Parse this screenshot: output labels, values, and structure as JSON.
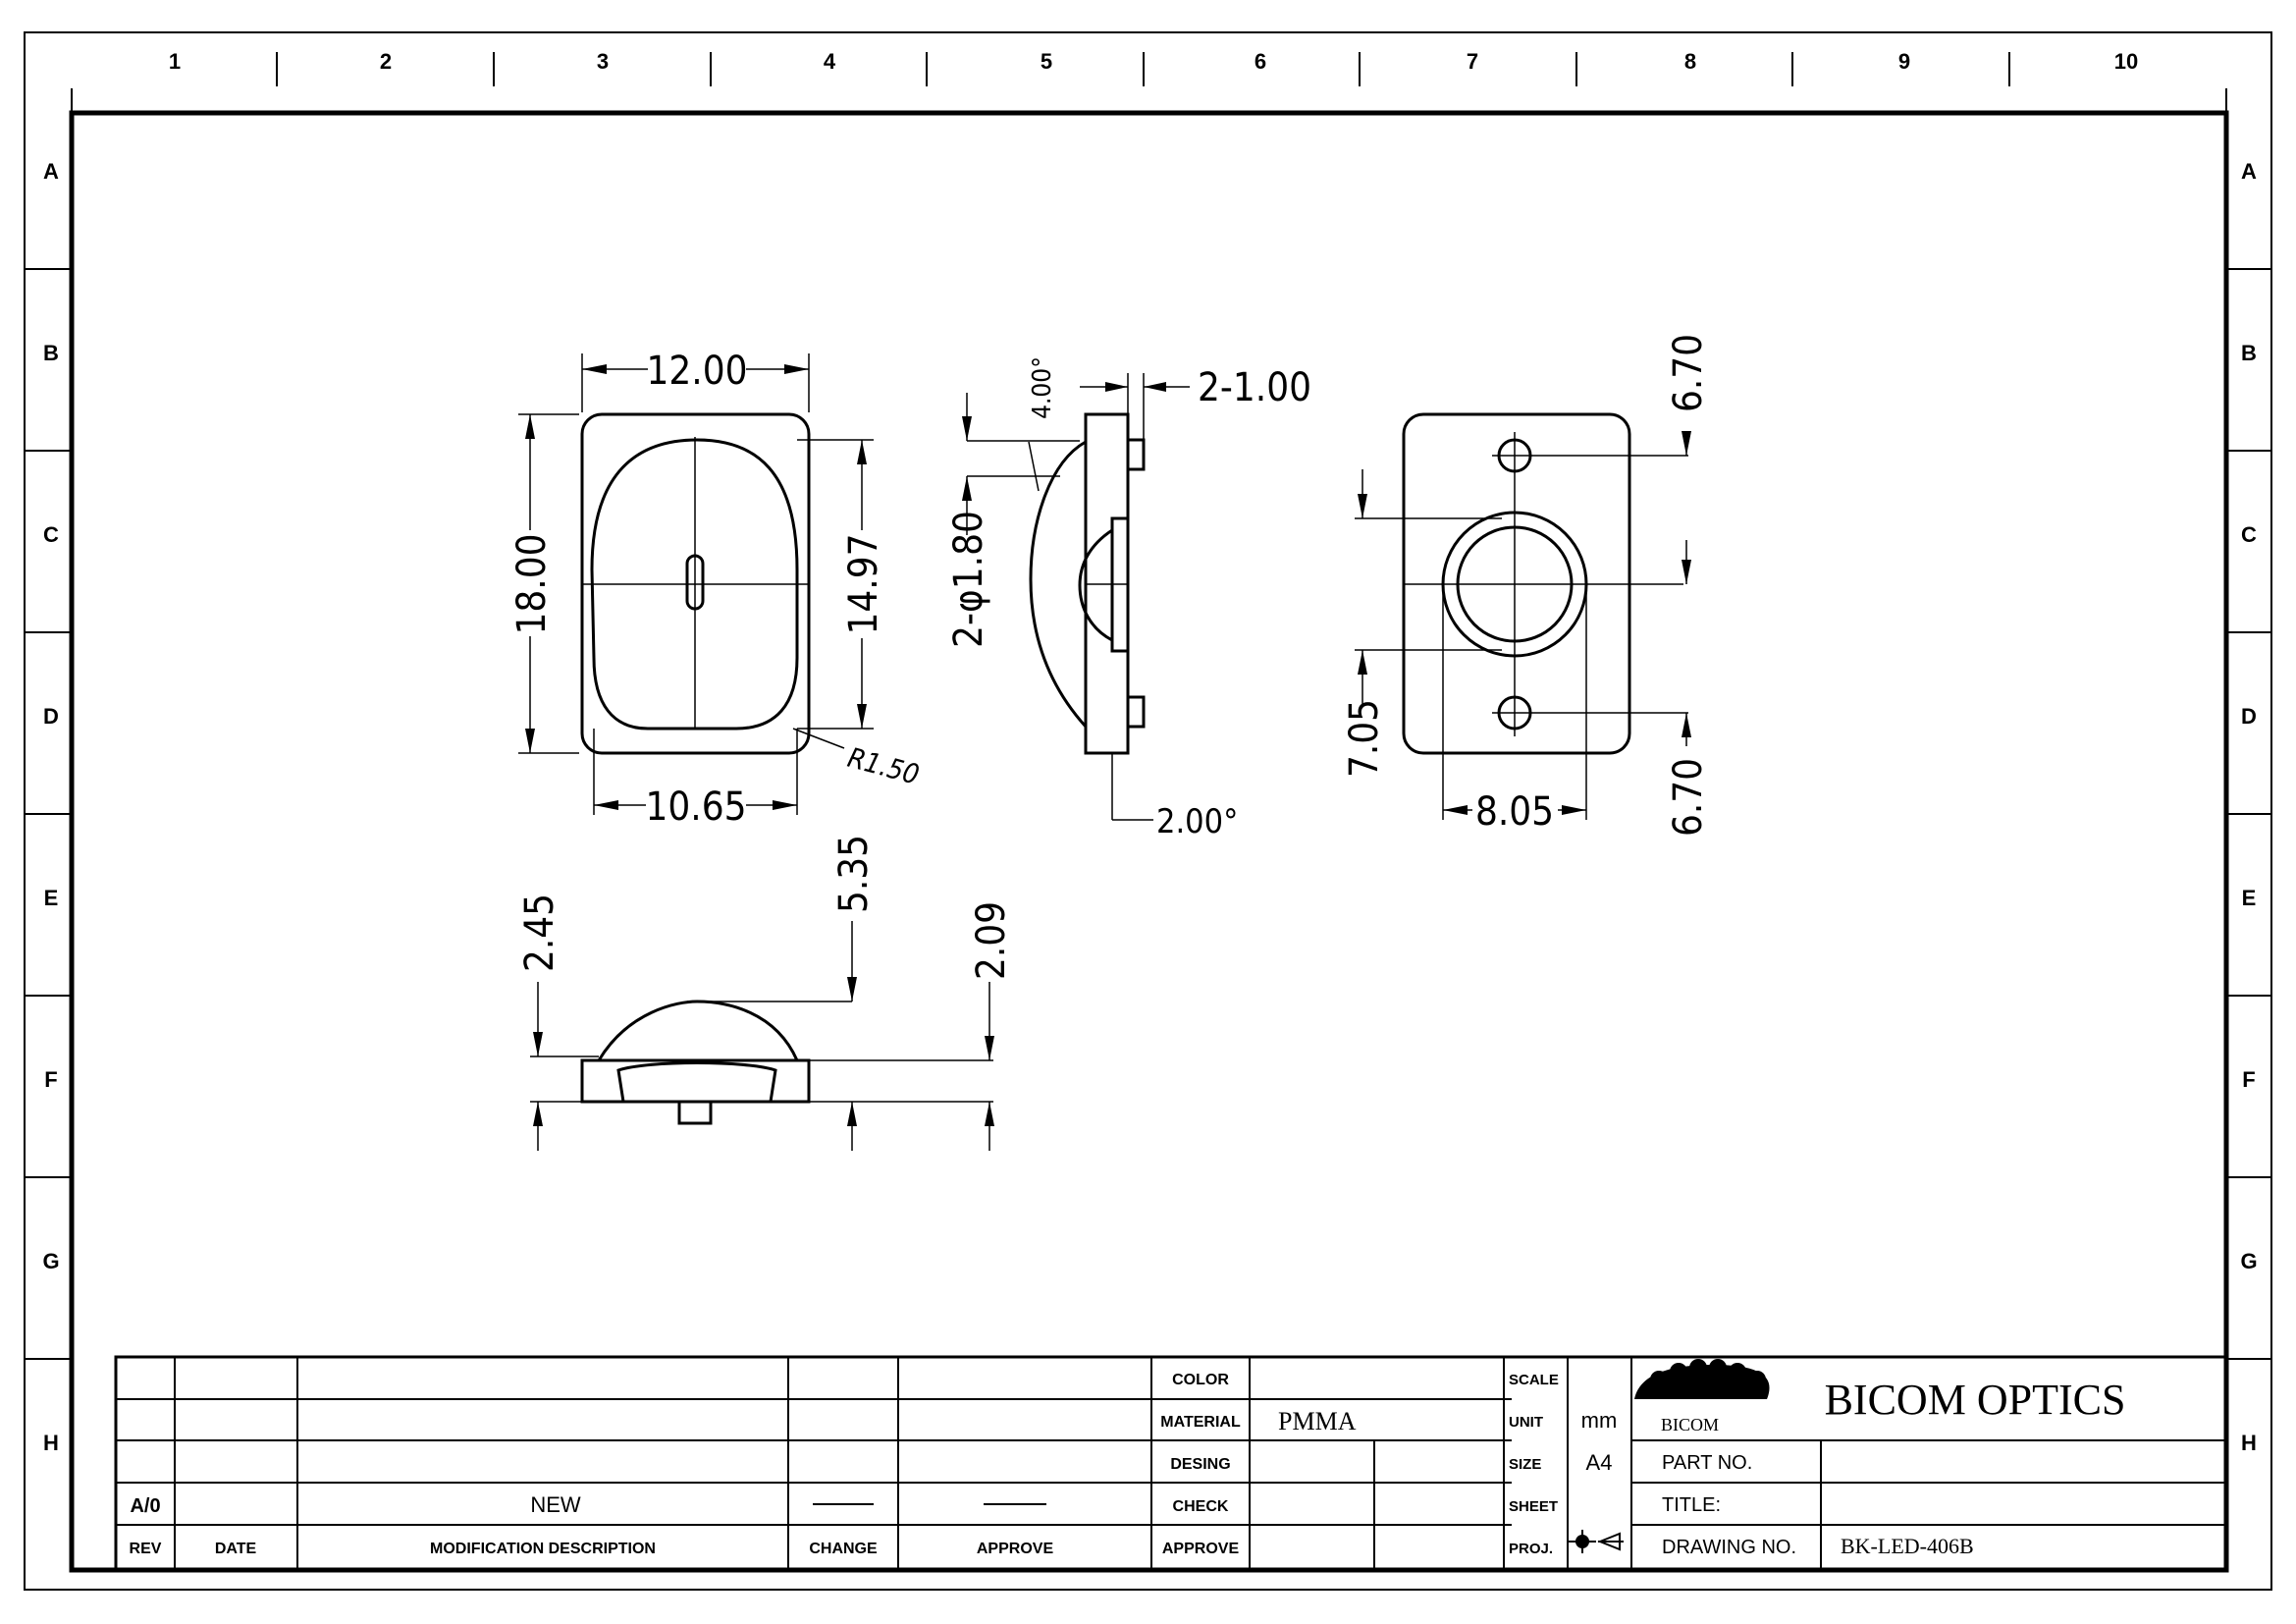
{
  "border": {
    "columns": [
      "1",
      "2",
      "3",
      "4",
      "5",
      "6",
      "7",
      "8",
      "9",
      "10"
    ],
    "rows": [
      "A",
      "B",
      "C",
      "D",
      "E",
      "F",
      "G",
      "H"
    ]
  },
  "dimensions": {
    "front_width": "12.00",
    "front_height": "18.00",
    "lens_height": "14.97",
    "lens_width": "10.65",
    "corner_radius": "R1.50",
    "draft_angle_top": "4.00°",
    "pin_dia": "2-1.00",
    "hole_dia": "2-φ1.80",
    "draft_angle_bottom": "2.00°",
    "hole_spacing_top": "6.70",
    "hole_spacing_bottom": "6.70",
    "hole_offset": "7.05",
    "lens_dia": "8.05",
    "height_base": "2.45",
    "height_total": "5.35",
    "height_flange": "2.09"
  },
  "title_block": {
    "rev_row": {
      "rev": "A/0",
      "desc": "NEW"
    },
    "headers": {
      "rev": "REV",
      "date": "DATE",
      "desc": "MODIFICATION  DESCRIPTION",
      "change": "CHANGE",
      "approve": "APPROVE"
    },
    "labels": {
      "color": "COLOR",
      "material": "MATERIAL",
      "desing": "DESING",
      "check": "CHECK",
      "approve": "APPROVE",
      "scale": "SCALE",
      "unit": "UNIT",
      "size": "SIZE",
      "sheet": "SHEET",
      "proj": "PROJ."
    },
    "values": {
      "material": "PMMA",
      "unit": "mm",
      "size": "A4"
    },
    "logo_text": "BICOM",
    "company": "BICOM  OPTICS",
    "part_no_label": "PART  NO.",
    "title_label": "TITLE:",
    "drawing_no_label": "DRAWING  NO.",
    "drawing_no": "BK-LED-406B"
  }
}
